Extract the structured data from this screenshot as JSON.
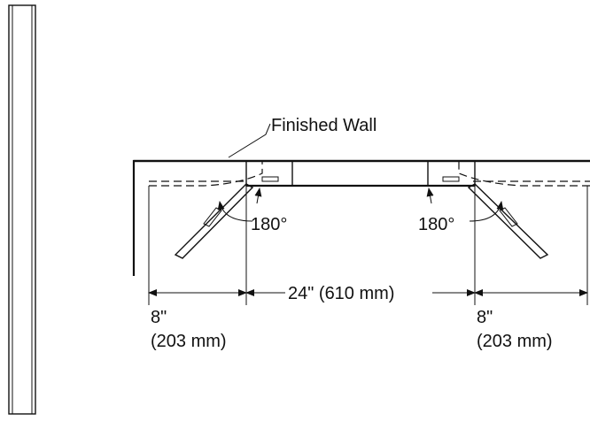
{
  "labels": {
    "finished_wall": "Finished Wall",
    "left_angle": "180°",
    "right_angle": "180°",
    "center_dimension": "24\" (610 mm)",
    "left_clearance_in": "8\"",
    "left_clearance_mm": "(203 mm)",
    "right_clearance_in": "8\"",
    "right_clearance_mm": "(203 mm)"
  }
}
